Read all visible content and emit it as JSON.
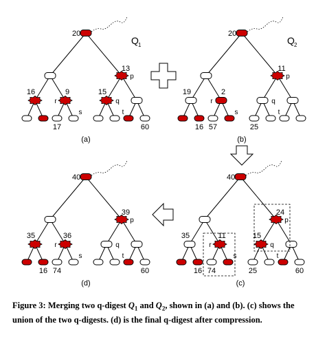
{
  "figure": {
    "trees": [
      {
        "id": "a",
        "panel_label": "(a)",
        "title": "Q",
        "title_sub": "1",
        "root_value": "20",
        "right_value": "13",
        "right_letter": "p",
        "ll_value": "16",
        "lr_value": "9",
        "lr_letter": "r",
        "rl_value": "15",
        "rl_letter": "q",
        "s_letter": "s",
        "t_letter": "t",
        "leaf2_value": "17",
        "leaf7_value": "60"
      },
      {
        "id": "b",
        "panel_label": "(b)",
        "title": "Q",
        "title_sub": "2",
        "root_value": "20",
        "right_value": "11",
        "right_letter": "p",
        "ll_value": "19",
        "lr_value": "2",
        "lr_letter": "r",
        "q_letter": "q",
        "s_letter": "s",
        "t_letter": "t",
        "leaf1_value": "16",
        "leaf2_value": "57",
        "leaf4_value": "25"
      },
      {
        "id": "c",
        "panel_label": "(c)",
        "root_value": "40",
        "right_value": "24",
        "right_letter": "p",
        "ll_value": "35",
        "lr_value": "11",
        "lr_letter": "r",
        "rl_value": "15",
        "rl_letter": "q",
        "s_letter": "s",
        "t_letter": "t",
        "leaf1_value": "16",
        "leaf2_value": "74",
        "leaf4_value": "25",
        "leaf7_value": "60"
      },
      {
        "id": "d",
        "panel_label": "(d)",
        "root_value": "40",
        "right_value": "39",
        "right_letter": "p",
        "ll_value": "35",
        "lr_value": "36",
        "lr_letter": "r",
        "q_letter": "q",
        "s_letter": "s",
        "t_letter": "t",
        "leaf1_value": "16",
        "leaf2_value": "74",
        "leaf7_value": "60"
      }
    ],
    "colors": {
      "filled": "#cc0000",
      "empty": "#ffffff",
      "stroke": "#000000"
    }
  },
  "caption": {
    "lead": "Figure 3: Merging two q-digest ",
    "q1": "Q",
    "q1_sub": "1",
    "and": " and ",
    "q2": "Q",
    "q2_sub": "2",
    "rest": ", shown in (a) and (b). (c) shows the union of the two q-digests. (d) is the final q-digest after compression."
  }
}
